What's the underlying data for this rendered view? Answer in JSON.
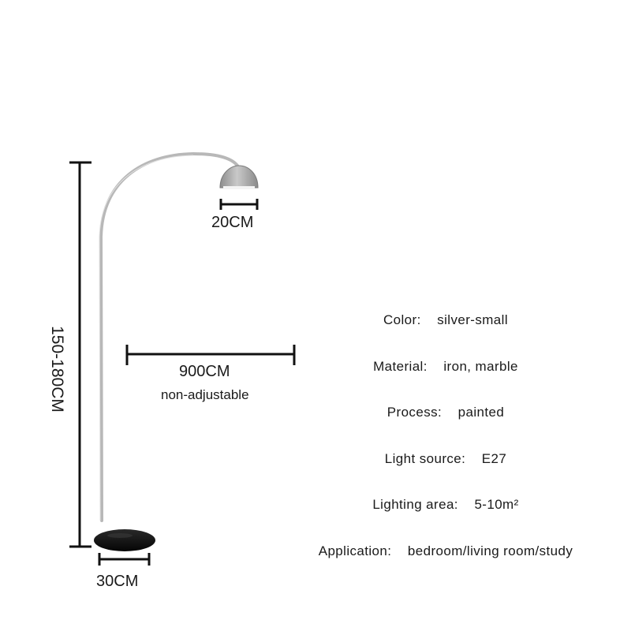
{
  "dimensions": {
    "height": "150-180CM",
    "shade_width": "20CM",
    "reach": "900CM",
    "reach_note": "non-adjustable",
    "base_width": "30CM"
  },
  "specs": [
    {
      "label": "Color:",
      "value": "silver-small"
    },
    {
      "label": "Material:",
      "value": "iron, marble"
    },
    {
      "label": "Process:",
      "value": "painted"
    },
    {
      "label": "Light source:",
      "value": "E27"
    },
    {
      "label": "Lighting area:",
      "value": "5-10m²"
    },
    {
      "label": "Application:",
      "value": "bedroom/living room/study"
    }
  ],
  "colors": {
    "pole": "#b9b9b9",
    "shade": "#a9a9a9",
    "base": "#111111",
    "dimension_lines": "#111111"
  }
}
